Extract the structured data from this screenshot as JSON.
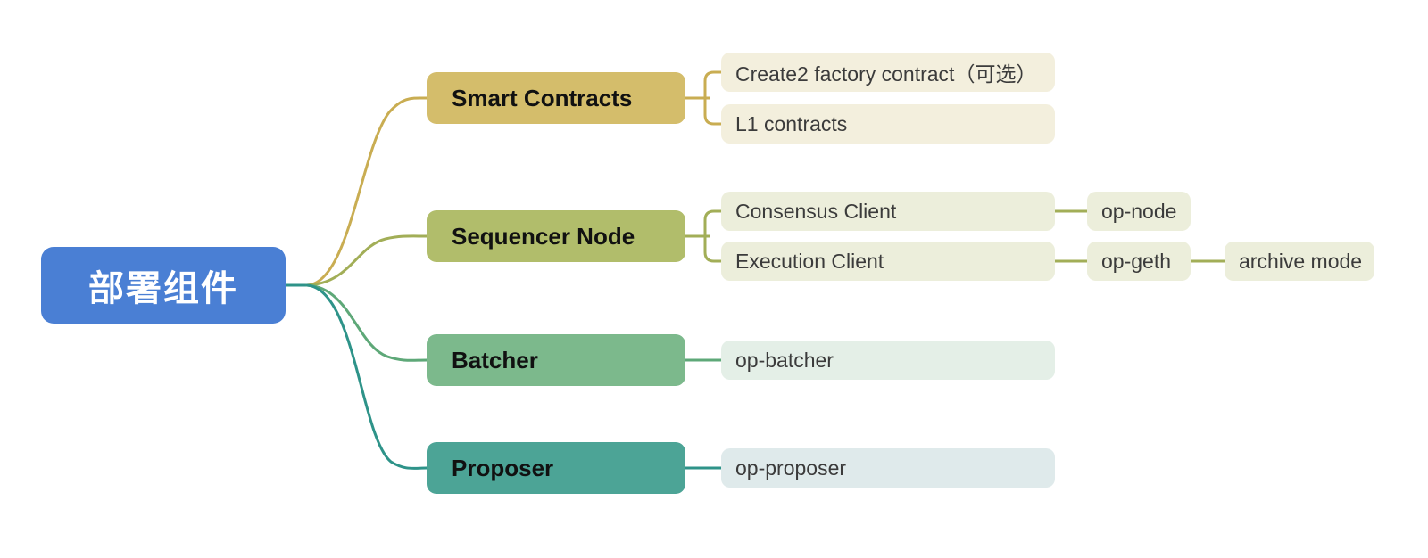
{
  "diagram": {
    "type": "mindmap",
    "title_node": "部署组件",
    "orientation": "left-to-right",
    "background": "#ffffff"
  },
  "root": {
    "label": "部署组件",
    "color": "#4a7fd4",
    "text_color": "#ffffff"
  },
  "branches": [
    {
      "label": "Smart Contracts",
      "color": "#d4bd6b",
      "leaf_color": "#f3efdd",
      "children": [
        {
          "label": "Create2 factory contract（可选）",
          "children": []
        },
        {
          "label": "L1 contracts",
          "children": []
        }
      ]
    },
    {
      "label": "Sequencer Node",
      "color": "#b1bd6b",
      "leaf_color": "#eceedb",
      "children": [
        {
          "label": "Consensus Client",
          "children": [
            {
              "label": "op-node",
              "children": []
            }
          ]
        },
        {
          "label": "Execution Client",
          "children": [
            {
              "label": "op-geth",
              "children": [
                {
                  "label": "archive mode"
                }
              ]
            }
          ]
        }
      ]
    },
    {
      "label": "Batcher",
      "color": "#7cb98c",
      "leaf_color": "#e4efe7",
      "children": [
        {
          "label": "op-batcher",
          "children": []
        }
      ]
    },
    {
      "label": "Proposer",
      "color": "#4ca496",
      "leaf_color": "#dfeaeb",
      "children": [
        {
          "label": "op-proposer",
          "children": []
        }
      ]
    }
  ],
  "leaves": {
    "create2": "Create2 factory contract（可选）",
    "l1_contracts": "L1 contracts",
    "consensus_client": "Consensus Client",
    "execution_client": "Execution Client",
    "op_node": "op-node",
    "op_geth": "op-geth",
    "archive_mode": "archive mode",
    "op_batcher": "op-batcher",
    "op_proposer": "op-proposer"
  },
  "connector_colors": {
    "smart_contracts": "#c9ad52",
    "sequencer_node": "#a2ae57",
    "batcher": "#5ea878",
    "proposer": "#2e9389"
  }
}
